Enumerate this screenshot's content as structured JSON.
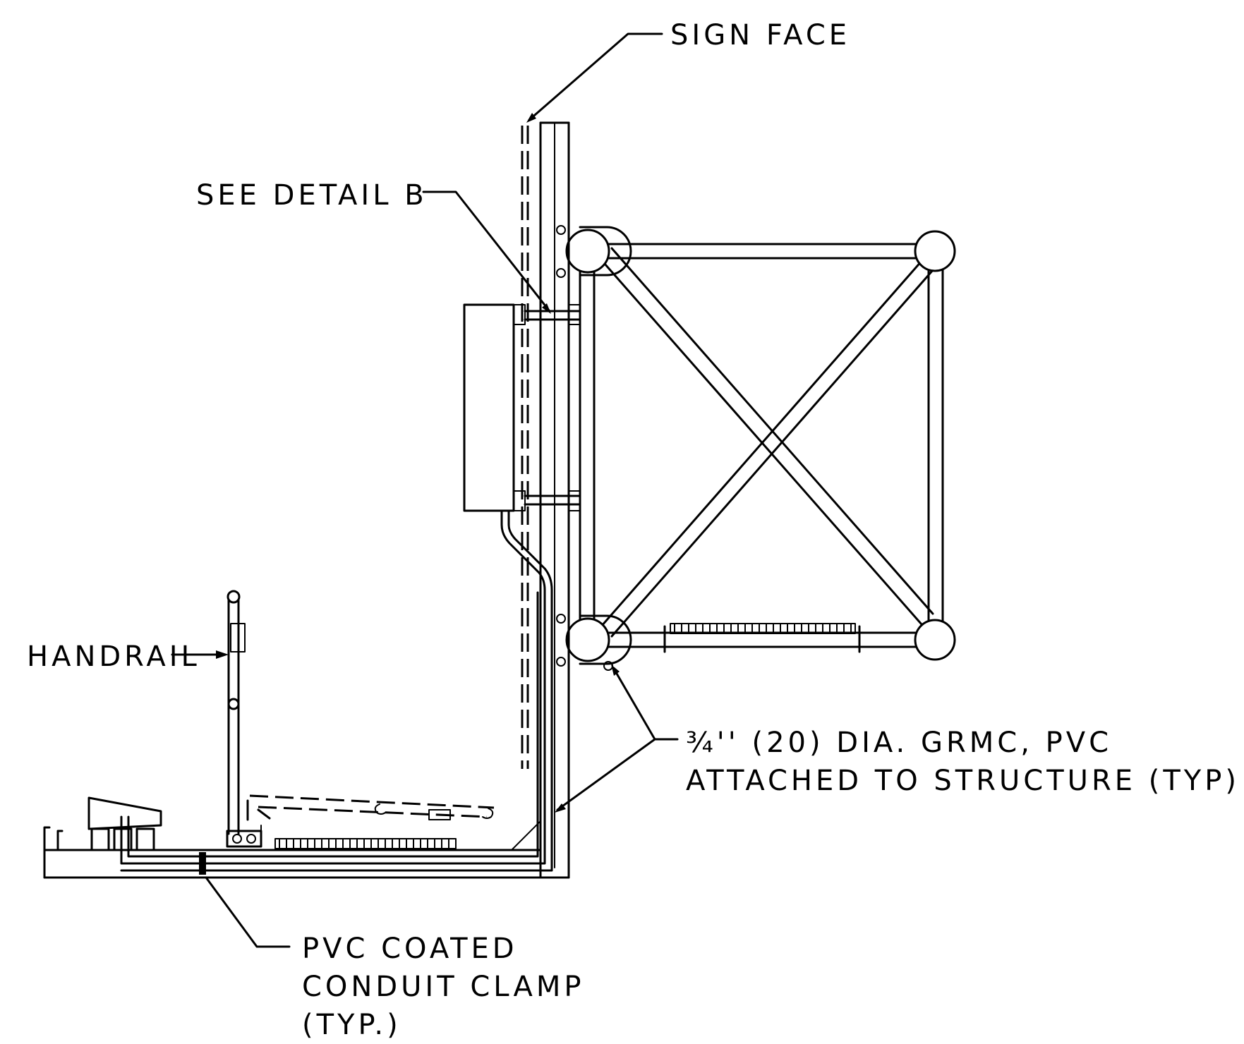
{
  "labels": {
    "sign_face": "SIGN FACE",
    "see_detail": "SEE DETAIL B",
    "handrail": "HANDRAIL",
    "conduit_line1": "¾'' (20) DIA. GRMC, PVC",
    "conduit_line2": "ATTACHED TO STRUCTURE (TYP)",
    "clamp_line1": "PVC COATED",
    "clamp_line2": "CONDUIT CLAMP",
    "clamp_line3": "(TYP.)"
  },
  "colors": {
    "line": "#000000",
    "background": "#ffffff"
  }
}
